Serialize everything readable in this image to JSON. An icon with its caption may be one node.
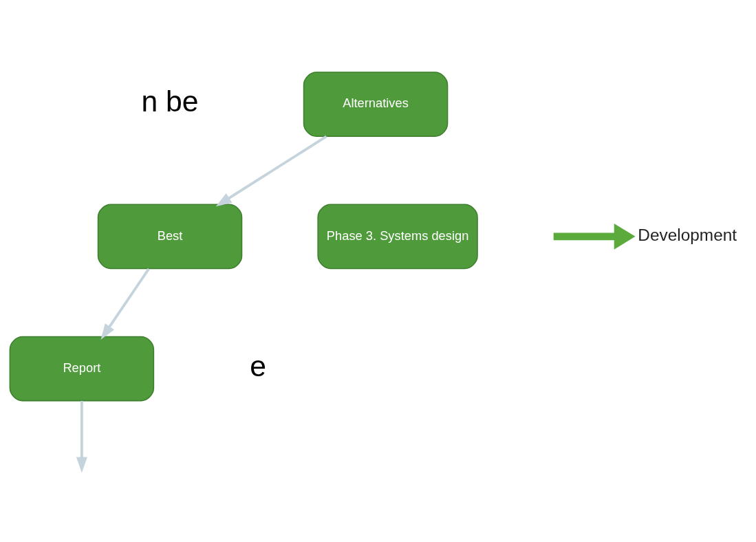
{
  "diagram": {
    "nodes": [
      {
        "text": [
          "Alternatives"
        ]
      },
      {
        "text": [
          "Best"
        ]
      },
      {
        "text": [
          "Phase 3. Systems design"
        ]
      },
      {
        "text": [
          "Report"
        ]
      },
      {
        "text": [
          "Development"
        ]
      }
    ],
    "edges": [
      {
        "from": 0,
        "to": 1,
        "arrow": "to"
      },
      {
        "from": 1,
        "to": 3,
        "arrow": "to"
      },
      {
        "from": 3,
        "to": null,
        "arrow": "to"
      },
      {
        "from": null,
        "to": 4,
        "arrow": "to",
        "style": "thick",
        "color": "#5aab3c"
      }
    ],
    "labels": [
      "n be",
      "e"
    ]
  }
}
